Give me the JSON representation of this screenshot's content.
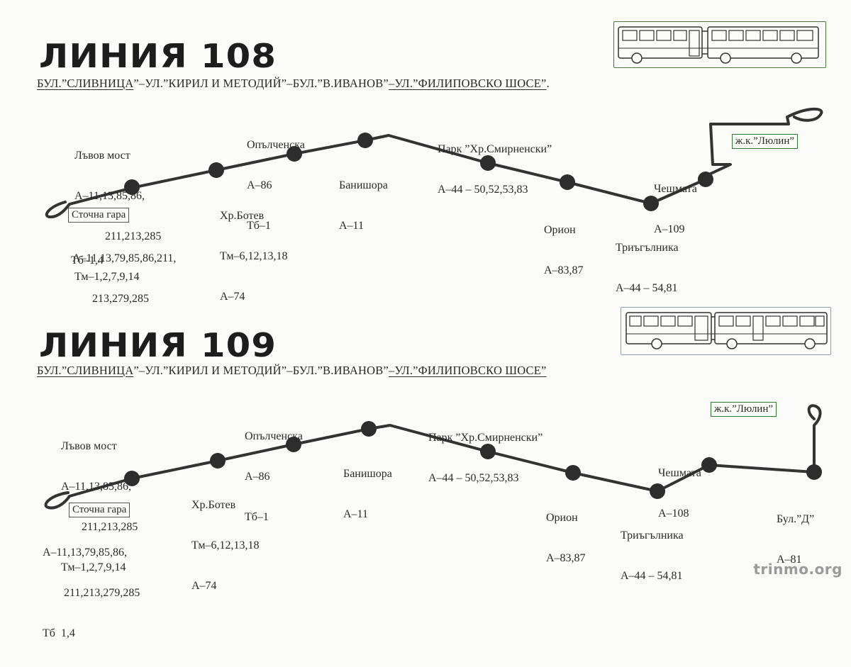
{
  "line108": {
    "title": "ЛИНИЯ 108",
    "streets": {
      "s1": "БУЛ.”СЛИВНИЦА",
      "s2": "”–УЛ.”КИРИЛ И МЕТОДИЙ”–БУЛ.”В.ИВАНОВ”",
      "s3": "–УЛ.”ФИЛИПОВСКО ШОСЕ”",
      "s4": "."
    },
    "stops": {
      "stochna": {
        "name": "Сточна гара",
        "l1": "А–11,13,79,85,86,211,",
        "l2": "213,279,285",
        "l3": "Тб–1,4"
      },
      "lvov": {
        "name": "Лъвов мост",
        "l1": "А–11,13,85,86,",
        "l2": "211,213,285",
        "l3": "Тм–1,2,7,9,14"
      },
      "botev": {
        "name": "Хр.Ботев",
        "l1": "Тм–6,12,13,18",
        "l2": "А–74"
      },
      "opalchenska": {
        "name": "Опълченска",
        "l1": "А–86",
        "l2": "Тб–1"
      },
      "banishora": {
        "name": "Банишора",
        "l1": "А–11"
      },
      "park": {
        "name": "Парк ”Хр.Смирненски”",
        "l1": "А–44 – 50,52,53,83"
      },
      "orion": {
        "name": "Орион",
        "l1": "А–83,87"
      },
      "triagalnika": {
        "name": "Триъгълника",
        "l1": "А–44 – 54,81"
      },
      "cheshmata": {
        "name": "Чешмата",
        "l1": "А–109"
      },
      "lyulin": {
        "name": "ж.к.”Люлин”"
      }
    }
  },
  "line109": {
    "title": "ЛИНИЯ 109",
    "streets": {
      "s1": "БУЛ.”СЛИВНИЦА",
      "s2": "”–УЛ.”КИРИЛ И МЕТОДИЙ”–БУЛ.”В.ИВАНОВ”",
      "s3": "–УЛ.”ФИЛИПОВСКО ШОСЕ”",
      "s4": ""
    },
    "stops": {
      "stochna": {
        "name": "Сточна гара",
        "l1": "А–11,13,79,85,86,",
        "l2": "211,213,279,285",
        "l3": "Тб  1,4"
      },
      "lvov": {
        "name": "Лъвов мост",
        "l1": "А–11,13,85,86,",
        "l2": "211,213,285",
        "l3": "Тм–1,2,7,9,14"
      },
      "botev": {
        "name": "Хр.Ботев",
        "l1": "Тм–6,12,13,18",
        "l2": "А–74"
      },
      "opalchenska": {
        "name": "Опълченска",
        "l1": "А–86",
        "l2": "Тб–1"
      },
      "banishora": {
        "name": "Банишора",
        "l1": "А–11"
      },
      "park": {
        "name": "Парк ”Хр.Смирненски”",
        "l1": "А–44 – 50,52,53,83"
      },
      "orion": {
        "name": "Орион",
        "l1": "А–83,87"
      },
      "triagalnika": {
        "name": "Триъгълника",
        "l1": "А–44 – 54,81"
      },
      "cheshmata": {
        "name": "Чешмата",
        "l1": "А–108"
      },
      "bul_d": {
        "name": "Бул.”Д”",
        "l1": "А–81"
      },
      "lyulin": {
        "name": "ж.к.”Люлин”"
      }
    }
  },
  "watermark": "trinmo.org",
  "colors": {
    "ink": "#2a2a2a",
    "route": "#333333",
    "frame_green": "#4a7a3a"
  }
}
